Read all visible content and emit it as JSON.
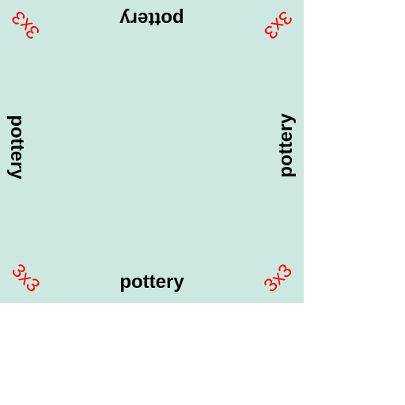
{
  "colors": {
    "board_background": "#cde8e0",
    "page_background": "#ffffff",
    "label_text": "#000000",
    "corner_text": "#ff0000"
  },
  "board": {
    "labels": {
      "top": "pottery",
      "bottom": "pottery",
      "left": "pottery",
      "right": "pottery"
    },
    "corners": {
      "top_left": "3x3",
      "top_right": "3x3",
      "bottom_left": "3x3",
      "bottom_right": "3x3"
    }
  }
}
